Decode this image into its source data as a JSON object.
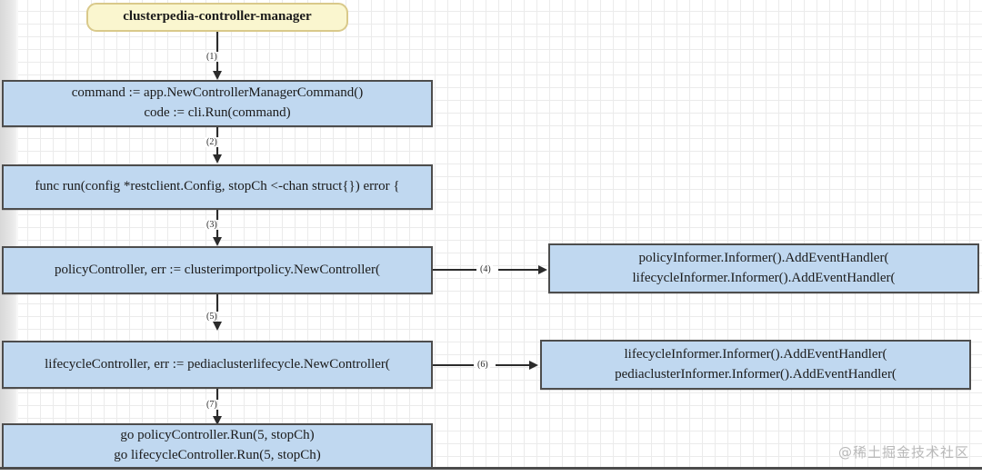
{
  "diagram": {
    "title_node": {
      "label": "clusterpedia-controller-manager"
    },
    "nodes": [
      {
        "id": "node-command",
        "lines": [
          "command := app.NewControllerManagerCommand()",
          "code := cli.Run(command)"
        ]
      },
      {
        "id": "node-func-run",
        "lines": [
          "func run(config *restclient.Config, stopCh <-chan struct{}) error {"
        ]
      },
      {
        "id": "node-policy-controller",
        "lines": [
          "policyController, err := clusterimportpolicy.NewController("
        ]
      },
      {
        "id": "node-policy-informer",
        "lines": [
          "policyInformer.Informer().AddEventHandler(",
          "lifecycleInformer.Informer().AddEventHandler("
        ]
      },
      {
        "id": "node-lifecycle-controller",
        "lines": [
          "lifecycleController, err := pediaclusterlifecycle.NewController("
        ]
      },
      {
        "id": "node-lifecycle-informer",
        "lines": [
          "lifecycleInformer.Informer().AddEventHandler(",
          "pediaclusterInformer.Informer().AddEventHandler("
        ]
      },
      {
        "id": "node-run-goroutines",
        "lines": [
          "go policyController.Run(5, stopCh)",
          "go lifecycleController.Run(5, stopCh)"
        ]
      }
    ],
    "edges": [
      {
        "id": "edge-1",
        "label": "(1)"
      },
      {
        "id": "edge-2",
        "label": "(2)"
      },
      {
        "id": "edge-3",
        "label": "(3)"
      },
      {
        "id": "edge-4",
        "label": "(4)"
      },
      {
        "id": "edge-5",
        "label": "(5)"
      },
      {
        "id": "edge-6",
        "label": "(6)"
      },
      {
        "id": "edge-7",
        "label": "(7)"
      }
    ]
  },
  "watermark": {
    "text": "@稀土掘金技术社区"
  },
  "colors": {
    "process_fill": "#c0d8f0",
    "process_border": "#4d4d4d",
    "title_fill": "#faf6cf",
    "title_border": "#d9c98a",
    "connector": "#2b2b2b",
    "grid_line": "#e8e8e8",
    "watermark": "#b9b9b9"
  }
}
